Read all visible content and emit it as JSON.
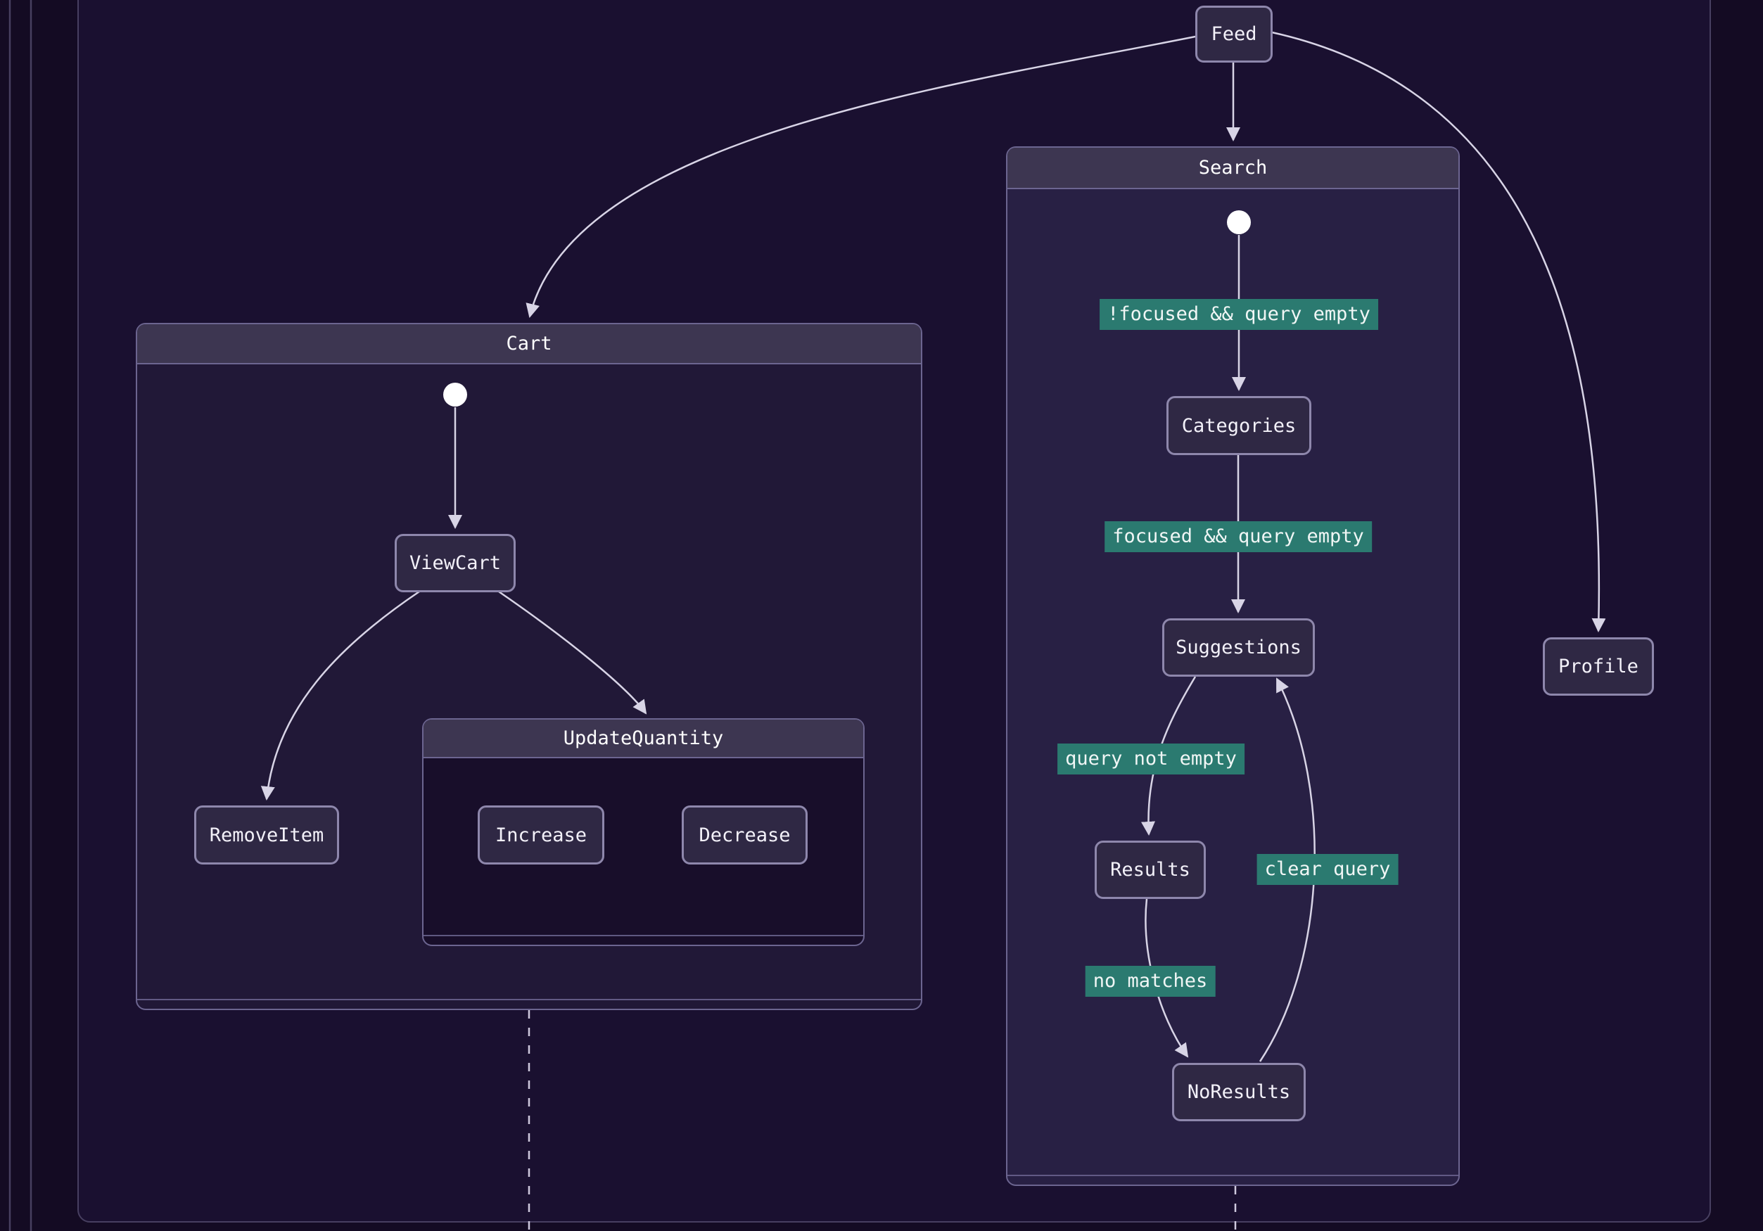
{
  "nodes": {
    "feed": {
      "label": "Feed"
    },
    "profile": {
      "label": "Profile"
    },
    "categories": {
      "label": "Categories"
    },
    "suggestions": {
      "label": "Suggestions"
    },
    "results": {
      "label": "Results"
    },
    "no_results": {
      "label": "NoResults"
    },
    "view_cart": {
      "label": "ViewCart"
    },
    "remove_item": {
      "label": "RemoveItem"
    },
    "increase": {
      "label": "Increase"
    },
    "decrease": {
      "label": "Decrease"
    }
  },
  "containers": {
    "cart": {
      "title": "Cart"
    },
    "search": {
      "title": "Search"
    },
    "update_quantity": {
      "title": "UpdateQuantity"
    }
  },
  "transition_labels": {
    "not_focused_query_empty": "!focused && query empty",
    "focused_query_empty": "focused && query empty",
    "query_not_empty": "query not empty",
    "clear_query": "clear query",
    "no_matches": "no matches"
  },
  "colors": {
    "edge": "#d8d4e6",
    "transition_label_bg": "#2b7a70",
    "node_border": "#8e87ac",
    "canvas_bg": "#140b23",
    "initial_dot": "#ffffff"
  },
  "icons": {
    "initial_state_dot": "filled-circle"
  }
}
